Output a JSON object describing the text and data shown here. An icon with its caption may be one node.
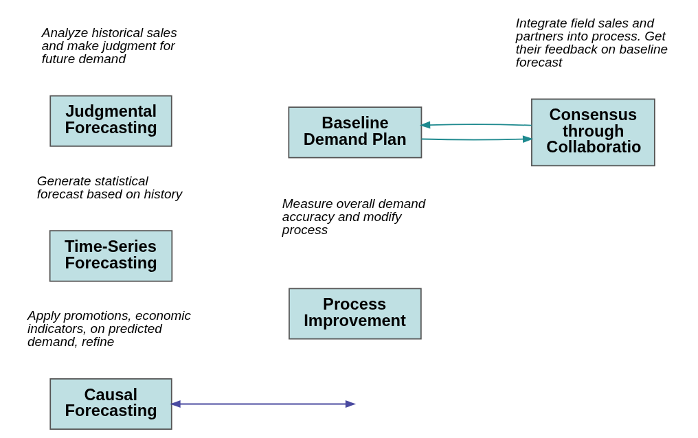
{
  "diagram": {
    "nodes": [
      {
        "text": [
          "Judgmental Forecasting"
        ],
        "beside": [
          "Analyze historical sales and make judgment for future demand"
        ]
      },
      {
        "text": [
          "Time-Series Forecasting"
        ],
        "beside": [
          "Generate statistical forecast based on history"
        ]
      },
      {
        "text": [
          "Causal Forecasting"
        ],
        "beside": [
          "Apply promotions, economic indicators, on predicted demand, refine"
        ]
      },
      {
        "text": [
          "Baseline Demand Plan"
        ]
      },
      {
        "text": [
          "Consensus through Collaboratio"
        ],
        "beside": [
          "Integrate field sales and partners into process. Get their feedback on baseline forecast"
        ]
      },
      {
        "text": [
          "Process Improvement"
        ],
        "beside": [
          "Measure overall demand accuracy and modify process"
        ]
      }
    ],
    "edges": [
      {
        "from": 3,
        "to": 4,
        "arrow": "to",
        "color": "#1f8a8f"
      },
      {
        "from": 4,
        "to": 3,
        "arrow": "to",
        "color": "#1f8a8f"
      },
      {
        "from": 2,
        "to": null,
        "arrow": "both",
        "color": "#4a4aa0"
      }
    ]
  }
}
